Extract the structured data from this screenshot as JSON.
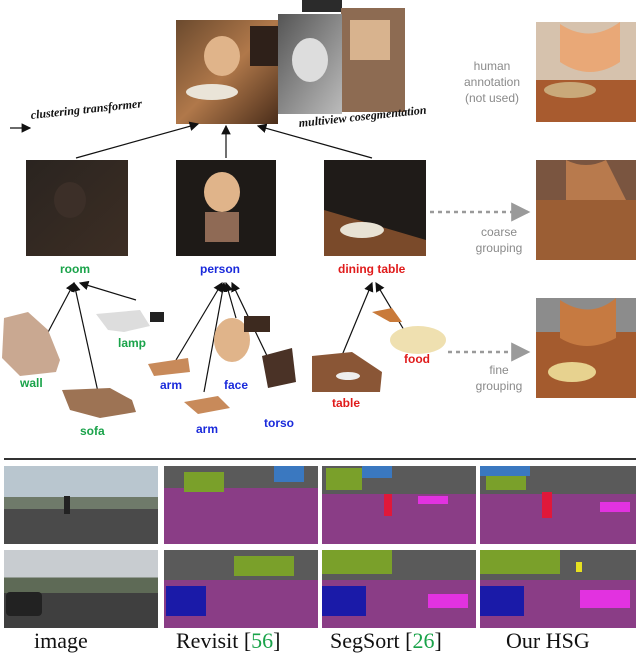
{
  "figure": {
    "top_labels": {
      "clustering": "clustering transformer",
      "cosegmentation": "multiview cosegmentation"
    },
    "side_labels": {
      "human": [
        "human",
        "annotation",
        "(not used)"
      ],
      "coarse": [
        "coarse",
        "grouping"
      ],
      "fine": [
        "fine",
        "grouping"
      ]
    },
    "groups": {
      "room": "room",
      "person": "person",
      "dining_table": "dining table"
    },
    "parts": {
      "wall": "wall",
      "sofa": "sofa",
      "lamp": "lamp",
      "arm1": "arm",
      "face": "face",
      "arm2": "arm",
      "torso": "torso",
      "table": "table",
      "food": "food"
    },
    "colors": {
      "green": "#1aa34a",
      "blue": "#1a2adb",
      "red": "#e01b1b",
      "gray": "#8a8a8a"
    }
  },
  "comparison": {
    "columns": [
      {
        "text": "image",
        "ref": ""
      },
      {
        "text": "Revisit [",
        "ref": "56",
        "close": "]"
      },
      {
        "text": "SegSort [",
        "ref": "26",
        "close": "]"
      },
      {
        "text": "Our HSG",
        "ref": ""
      }
    ]
  }
}
